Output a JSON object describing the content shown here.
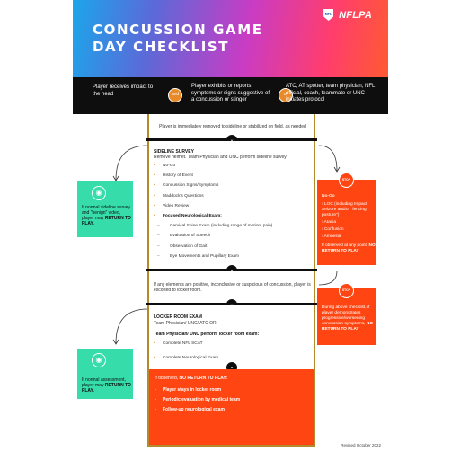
{
  "header": {
    "title_line1": "CONCUSSION GAME",
    "title_line2": "DAY CHECKLIST",
    "logo_nfl": "NFL",
    "logo_nflpa": "NFLPA"
  },
  "triggers": {
    "item1": "Player receives impact to the head",
    "and_label": "and",
    "item2": "Player exhibits or reports symptoms or signs suggestive of a concussion or stinger",
    "or_label": "or",
    "item3": "ATC, AT spotter, team physician, NFL official, coach, teammate or UNC initiates protocol"
  },
  "immediate_text": "Player is immediately removed to sideline or stabilized on field, as needed",
  "sideline": {
    "title": "SIDELINE SURVEY",
    "intro": "Remove helmet. Team Physician and UNC perform sideline survey:",
    "items": [
      "No-Go",
      "History of Event",
      "Concussion Signs/Symptoms",
      "Maddock's Questions",
      "Video Review"
    ],
    "focused_exam": "Focused Neurological Exam:",
    "sub_items": [
      "Cervical Spine Exam (including range of motion: pain)",
      "Evaluation of Speech",
      "Observation of Gait",
      "Eye Movements and Pupillary Exam"
    ]
  },
  "escort_text": "If any elements are positive, inconclusive or suspicious of concussion, player is escorted to locker room.",
  "locker": {
    "title": "LOCKER ROOM EXAM",
    "line1": "Team Physician/ UNC/ ATC OR",
    "line2": "Team Physician/ UNC perform locker room exam:",
    "items": [
      "Complete NFL SCAT",
      "Complete Neurological Exam"
    ]
  },
  "red_bottom": {
    "heading_plain": "If observed,",
    "heading_bold": "NO RETURN TO PLAY:",
    "items": [
      "Player stays in locker room",
      "Periodic evaluation by medical team",
      "Follow-up neurological exam"
    ]
  },
  "green_top": {
    "line1": "If normal sideline survey and \"benign\" video, player may",
    "bold": "RETURN TO PLAY."
  },
  "green_bottom": {
    "line1": "If normal assessment, player may",
    "bold": "RETURN TO PLAY."
  },
  "nogo_card": {
    "stop_label": "STOP",
    "title": "No-Go",
    "items": [
      "LOC (including Impact Seizure and/or \"fencing posture\")",
      "Ataxia",
      "Confusion",
      "Amnesia"
    ],
    "footer_plain": "If observed at any point,",
    "footer_bold": "NO RETURN TO PLAY"
  },
  "above_card": {
    "stop_label": "STOP",
    "text": "During above checklist, if player demonstrates progressive/worsening concussion symptoms,",
    "bold": "NO RETURN TO PLAY"
  },
  "revised": "Revised October 2022",
  "colors": {
    "accent_green": "#36dca9",
    "accent_red": "#ff4612",
    "gold_border": "#b58a2a",
    "bar_black": "#0e0e0e"
  }
}
